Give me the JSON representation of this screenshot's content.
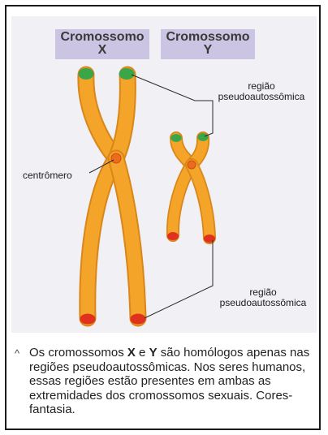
{
  "titles": {
    "x": {
      "line1": "Cromossomo",
      "line2": "X"
    },
    "y": {
      "line1": "Cromossomo",
      "line2": "Y"
    }
  },
  "labels": {
    "pseudo_top": {
      "line1": "região",
      "line2": "pseudoautossômica"
    },
    "centromere": "centrômero",
    "pseudo_bottom": {
      "line1": "região",
      "line2": "pseudoautossômica"
    }
  },
  "caption": {
    "arrow": "^",
    "part1": "Os cromossomos ",
    "x": "X",
    "part2": " e ",
    "y": "Y",
    "part3": " são homólogos apenas nas regiões pseudoautossômicas. Nos seres humanos, essas regiões estão presentes em ambas as extremidades dos cromossomos sexuais. Cores-fantasia."
  },
  "colors": {
    "chromosome": "#f4a429",
    "chromosome_edge": "#d9861a",
    "tip_green": "#3aa64a",
    "tip_red": "#e0301e",
    "centromere": "#ee6a1c",
    "title_bg": "#cbc4e2",
    "figure_bg": "#f1f0f4"
  }
}
